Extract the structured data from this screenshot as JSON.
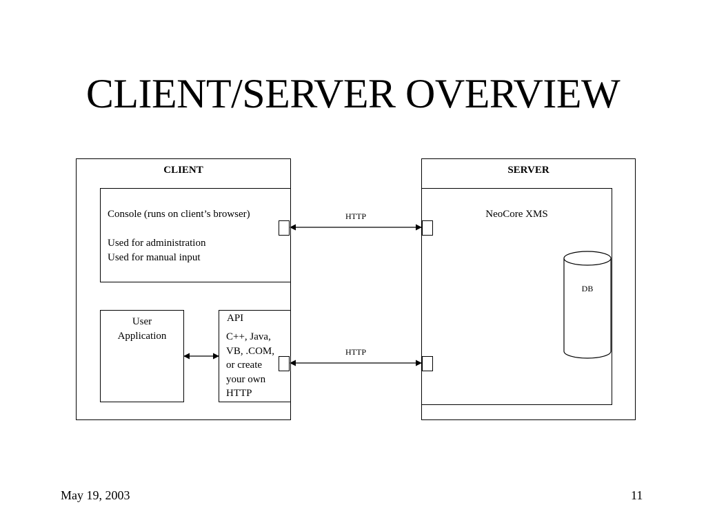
{
  "slide": {
    "title": "CLIENT/SERVER OVERVIEW",
    "footer_date": "May 19, 2003",
    "page_number": "11"
  },
  "client": {
    "heading": "CLIENT",
    "console": {
      "name": "Console (runs on client’s browser)",
      "uses": [
        "Used for administration",
        "Used for manual input"
      ]
    },
    "user_app": "User\nApplication",
    "api": {
      "heading": "API",
      "lines": [
        "C++, Java,",
        "VB, .COM,",
        "or create",
        "your own",
        "HTTP"
      ]
    }
  },
  "server": {
    "heading": "SERVER",
    "product": "NeoCore XMS",
    "db_label": "DB"
  },
  "connections": [
    {
      "label": "HTTP"
    },
    {
      "label": "HTTP"
    }
  ]
}
